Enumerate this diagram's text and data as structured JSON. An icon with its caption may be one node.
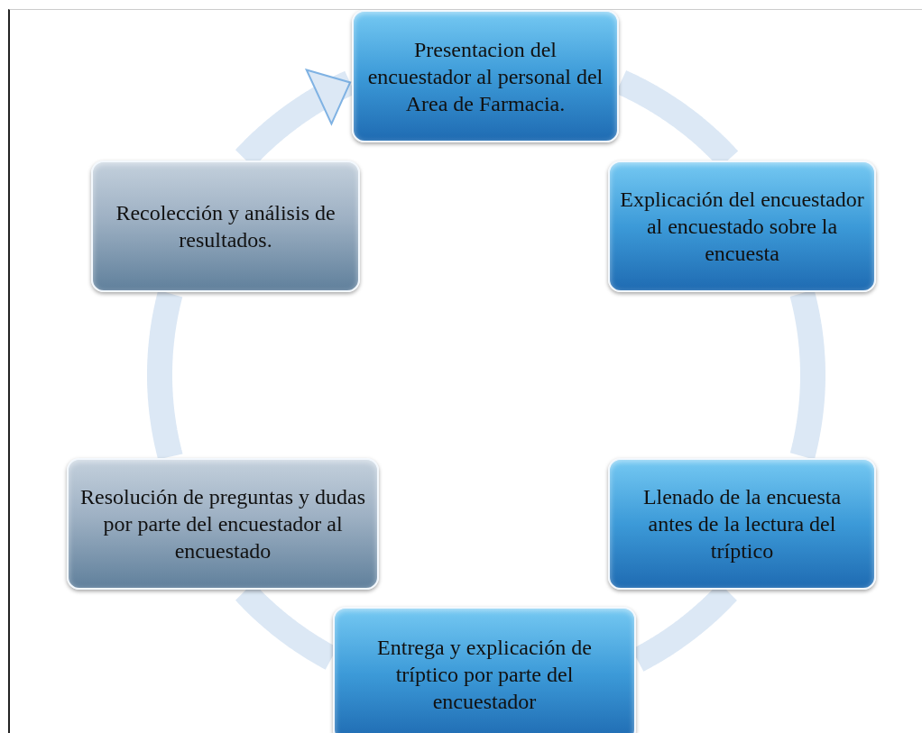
{
  "diagram": {
    "nodes": [
      {
        "text": [
          "Presentacion del encuestador al personal del Area de Farmacia."
        ]
      },
      {
        "text": [
          "Explicación del encuestador al encuestado sobre la encuesta"
        ]
      },
      {
        "text": [
          "Llenado de la encuesta antes de la lectura del tríptico"
        ]
      },
      {
        "text": [
          "Entrega y explicación de tríptico por parte del encuestador"
        ]
      },
      {
        "text": [
          "Resolución de preguntas y dudas por parte del encuestador al encuestado"
        ]
      },
      {
        "text": [
          "Recolección y análisis de resultados."
        ]
      }
    ],
    "edges": [
      {
        "from": 0,
        "to": 1,
        "arrow": "none"
      },
      {
        "from": 1,
        "to": 2,
        "arrow": "none"
      },
      {
        "from": 2,
        "to": 3,
        "arrow": "none"
      },
      {
        "from": 3,
        "to": 4,
        "arrow": "none"
      },
      {
        "from": 4,
        "to": 5,
        "arrow": "none"
      },
      {
        "from": 5,
        "to": 0,
        "arrow": "to"
      }
    ]
  }
}
